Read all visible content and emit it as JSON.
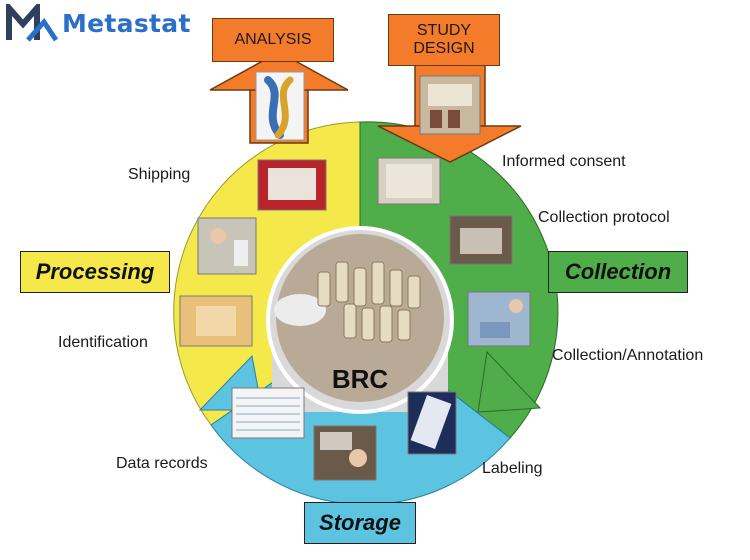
{
  "logo": {
    "text": "Metastat",
    "icon": "metastat-m-logo-icon"
  },
  "center_label": "BRC",
  "stages": {
    "processing": {
      "label": "Processing",
      "color": "#f4e84a"
    },
    "collection": {
      "label": "Collection",
      "color": "#4fae4a"
    },
    "storage": {
      "label": "Storage",
      "color": "#5cc4e0"
    }
  },
  "arrows": {
    "analysis": {
      "label": "ANALYSIS"
    },
    "study_design": {
      "label_line1": "STUDY",
      "label_line2": "DESIGN"
    }
  },
  "steps": {
    "shipping": "Shipping",
    "identification": "Identification",
    "informed_consent": "Informed consent",
    "collection_protocol": "Collection protocol",
    "collection_annotation": "Collection/Annotation",
    "data_records": "Data records",
    "labeling": "Labeling"
  },
  "colors": {
    "orange": "#f47b2a",
    "logo_blue": "#2a6fc9",
    "logo_dark": "#2f3f5f"
  }
}
